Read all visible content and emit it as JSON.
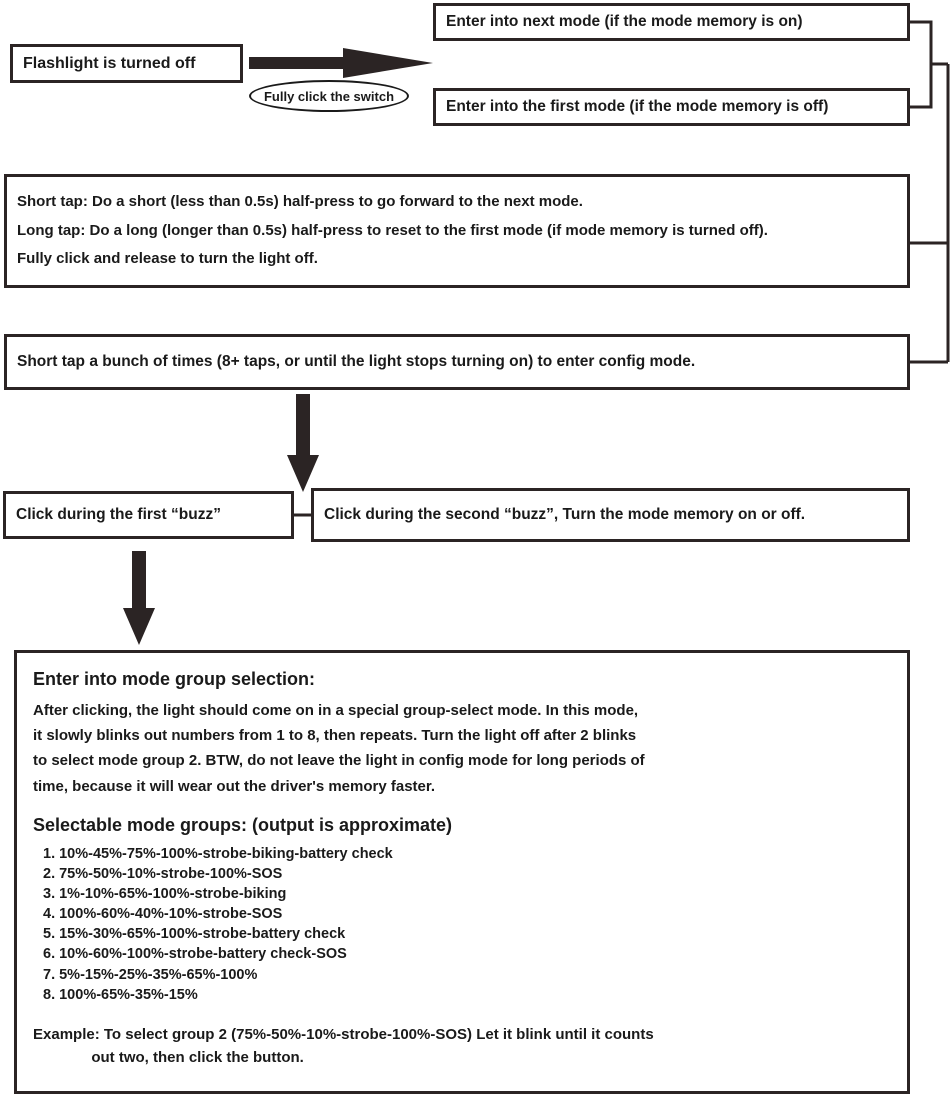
{
  "diagram": {
    "title": "Flashlight UI mode / config flowchart",
    "colors": {
      "stroke": "#2b2424",
      "text": "#1a1a1a",
      "background": "#ffffff"
    }
  },
  "nodes": {
    "flashlight_off": "Flashlight is turned off",
    "switch_label": "Fully click the switch",
    "next_mode": "Enter into next mode (if the mode memory is on)",
    "first_mode": "Enter into the first mode (if the mode memory is off)",
    "config_mode": "Short tap a bunch of times (8+ taps, or until the light stops turning on) to enter config mode.",
    "buzz_first": "Click during the first “buzz”",
    "buzz_second": "Click during the second “buzz”, Turn the mode memory on or off."
  },
  "behavior": {
    "short_tap": "Short tap: Do a short (less than 0.5s) half-press to go forward to the next mode.",
    "long_tap_main": "Long tap: Do a long (longer than 0.5s) half-press to reset to the first mode",
    "long_tap_note": "(if mode memory is turned off).",
    "fully_click": "Fully click and release to turn the light off."
  },
  "group_selection": {
    "heading": "Enter into mode group selection:",
    "paragraph_lines": [
      "After clicking, the light should come on in a special group-select mode. In this mode,",
      "it slowly blinks out numbers from 1 to 8, then repeats. Turn the light off after 2 blinks",
      "to select mode group 2. BTW, do not leave the light in config mode for long periods of",
      "time, because it will wear out the driver's memory faster."
    ],
    "groups_heading": "Selectable mode groups: (output is approximate)",
    "groups": [
      "1. 10%-45%-75%-100%-strobe-biking-battery check",
      "2. 75%-50%-10%-strobe-100%-SOS",
      "3. 1%-10%-65%-100%-strobe-biking",
      "4. 100%-60%-40%-10%-strobe-SOS",
      "5. 15%-30%-65%-100%-strobe-battery check",
      "6. 10%-60%-100%-strobe-battery check-SOS",
      "7. 5%-15%-25%-35%-65%-100%",
      "8. 100%-65%-35%-15%"
    ],
    "example_lines": [
      "Example: To select group 2 (75%-50%-10%-strobe-100%-SOS) Let it blink until it counts",
      "              out two, then click the button."
    ]
  }
}
